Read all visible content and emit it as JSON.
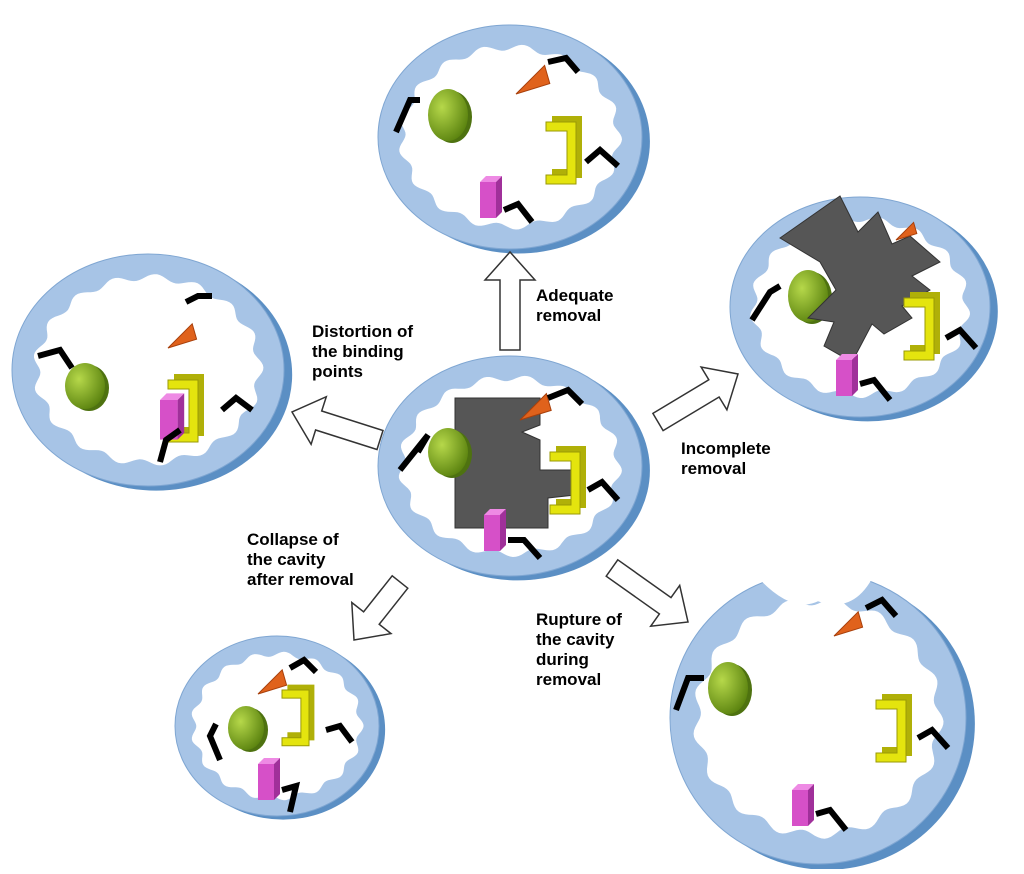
{
  "colors": {
    "disk_rim": "#5b8fc4",
    "disk_face": "#a7c4e6",
    "template": "#565656",
    "sphere": "#7fa818",
    "cone": "#e0621c",
    "bracket": "#e4e40e",
    "block": "#d650c8",
    "arrow_fill": "#ffffff",
    "arrow_stroke": "#333333"
  },
  "labels": {
    "adequate": [
      "Adequate",
      "removal"
    ],
    "distortion": [
      "Distortion of",
      "the binding",
      "points"
    ],
    "incomplete": [
      "Incomplete",
      "removal"
    ],
    "collapse": [
      "Collapse of",
      "the cavity",
      "after removal"
    ],
    "rupture": [
      "Rupture of",
      "the cavity",
      "during",
      "removal"
    ]
  }
}
